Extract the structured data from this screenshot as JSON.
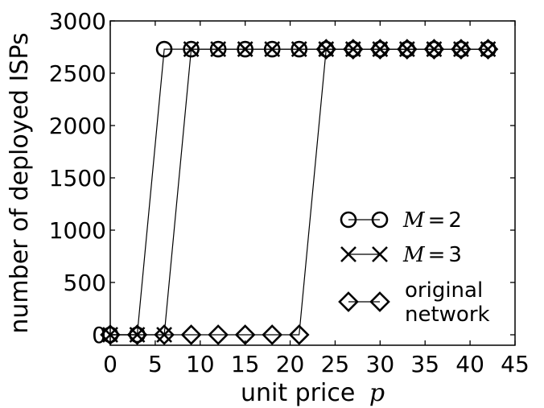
{
  "chart_data": {
    "type": "line",
    "title": "",
    "xlabel": "unit price",
    "xlabel_symbol": "p",
    "ylabel": "number of deployed ISPs",
    "xlim": [
      0,
      45
    ],
    "ylim": [
      -100,
      3000
    ],
    "xticks": [
      0,
      5,
      10,
      15,
      20,
      25,
      30,
      35,
      40,
      45
    ],
    "yticks": [
      0,
      500,
      1000,
      1500,
      2000,
      2500,
      3000
    ],
    "grid": false,
    "legend_position": "center-right",
    "series": [
      {
        "name": "M=2",
        "legend_symbol": "M",
        "legend_value": "2",
        "marker": "circle",
        "x": [
          0,
          3,
          6,
          9,
          12,
          15,
          18,
          21,
          24,
          27,
          30,
          33,
          36,
          39,
          42
        ],
        "y": [
          0,
          0,
          2730,
          2730,
          2730,
          2730,
          2730,
          2730,
          2730,
          2730,
          2730,
          2730,
          2730,
          2730,
          2730
        ]
      },
      {
        "name": "M=3",
        "legend_symbol": "M",
        "legend_value": "3",
        "marker": "x",
        "x": [
          0,
          3,
          6,
          9,
          12,
          15,
          18,
          21,
          24,
          27,
          30,
          33,
          36,
          39,
          42
        ],
        "y": [
          0,
          0,
          0,
          2730,
          2730,
          2730,
          2730,
          2730,
          2730,
          2730,
          2730,
          2730,
          2730,
          2730,
          2730
        ]
      },
      {
        "name": "original network",
        "legend_lines": [
          "original",
          "network"
        ],
        "marker": "diamond",
        "x": [
          0,
          3,
          6,
          9,
          12,
          15,
          18,
          21,
          24,
          27,
          30,
          33,
          36,
          39,
          42
        ],
        "y": [
          0,
          0,
          0,
          0,
          0,
          0,
          0,
          0,
          2730,
          2730,
          2730,
          2730,
          2730,
          2730,
          2730
        ]
      }
    ]
  }
}
